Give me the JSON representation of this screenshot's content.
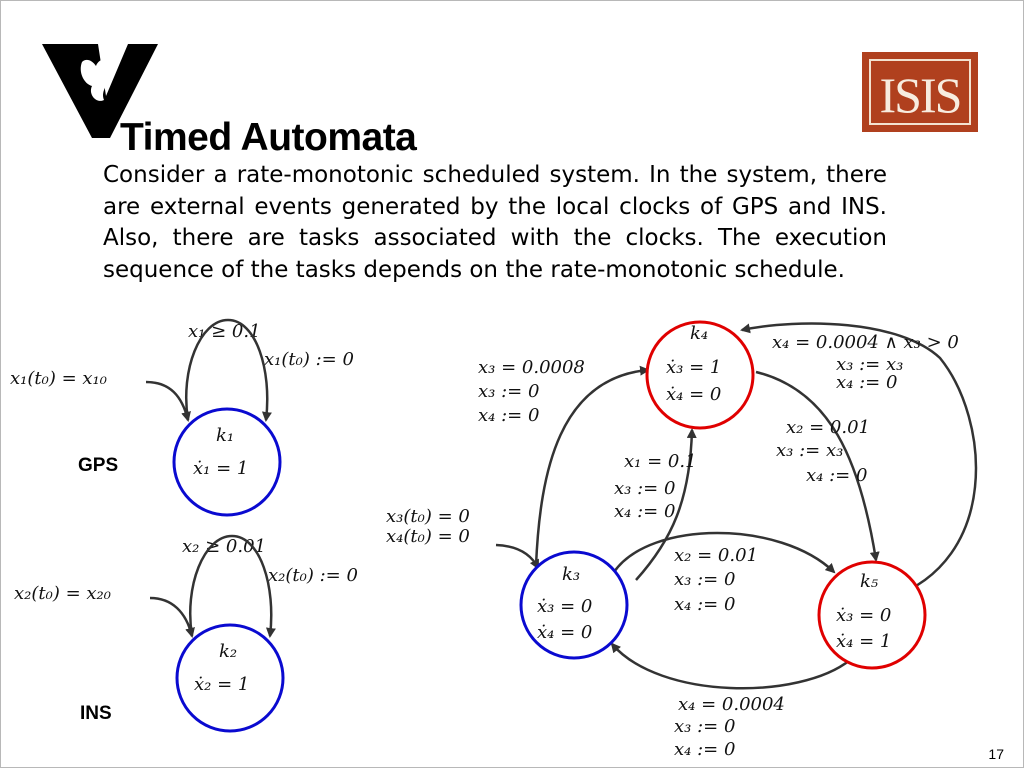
{
  "slide": {
    "title": "Timed Automata",
    "body": "Consider a rate-monotonic scheduled system.  In the system, there are external events generated by the local clocks of GPS and INS. Also, there are tasks associated with the clocks.  The execution sequence of the tasks depends on the rate-monotonic schedule.",
    "page_number": "17",
    "logo_left": "V",
    "logo_right": "ISIS",
    "colors": {
      "blue_state": "#0a0ad0",
      "red_state": "#e00000",
      "isis_bg": "#b0401e"
    }
  },
  "gps": {
    "label": "GPS",
    "init": "x₁(t₀) = x₁₀",
    "guard": "x₁ ≥ 0.1",
    "reset": "x₁(t₀) := 0",
    "state_name": "k₁",
    "state_eq": "ẋ₁ = 1"
  },
  "ins": {
    "label": "INS",
    "init": "x₂(t₀) = x₂₀",
    "guard": "x₂ ≥ 0.01",
    "reset": "x₂(t₀) := 0",
    "state_name": "k₂",
    "state_eq": "ẋ₂ = 1"
  },
  "scheduler": {
    "init": [
      "x₃(t₀) = 0",
      "x₄(t₀) = 0"
    ],
    "k3": {
      "name": "k₃",
      "eq1": "ẋ₃ = 0",
      "eq2": "ẋ₄ = 0"
    },
    "k4": {
      "name": "k₄",
      "eq1": "ẋ₃ = 1",
      "eq2": "ẋ₄ = 0"
    },
    "k5": {
      "name": "k₅",
      "eq1": "ẋ₃ = 0",
      "eq2": "ẋ₄ = 1"
    },
    "k3_to_k4": [
      "x₃ = 0.0008",
      "x₃ := 0",
      "x₄ := 0"
    ],
    "k3_to_k4_from_gps": [
      "x₁ = 0.1",
      "x₃ := 0",
      "x₄ := 0"
    ],
    "k4_to_k5": [
      "x₂ = 0.01",
      "x₃ := x₃",
      "x₄ := 0"
    ],
    "k5_to_k4": [
      "x₄ = 0.0004 ∧ x₃ > 0",
      "x₃ := x₃",
      "x₄ := 0"
    ],
    "k3_to_k5": [
      "x₂ = 0.01",
      "x₃ := 0",
      "x₄ := 0"
    ],
    "k5_to_k3": [
      "x₄ = 0.0004",
      "x₃ := 0",
      "x₄ := 0"
    ]
  }
}
